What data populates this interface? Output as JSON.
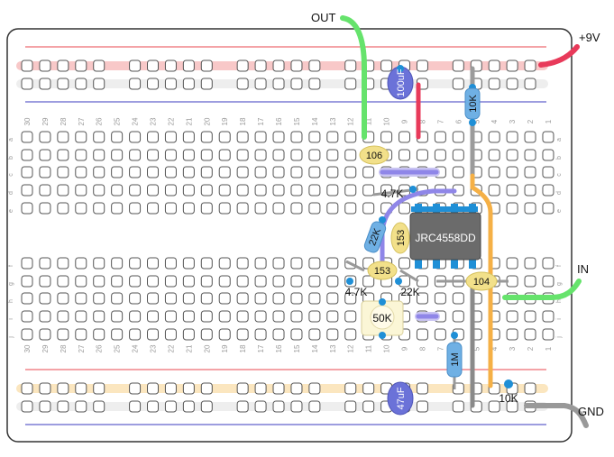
{
  "labels": {
    "out": "OUT",
    "vplus": "+9V",
    "in": "IN",
    "gnd": "GND"
  },
  "components": {
    "cap_100u": "100uF",
    "r_10k_top": "10K",
    "cap_106": "106",
    "r_4k7_top": "4.7K",
    "r_22k_left": "22K",
    "cap_153_a": "153",
    "ic": "JRC4558DD",
    "cap_153_b": "153",
    "cap_104": "104",
    "r_4k7_bottom": "4.7K",
    "r_22k_bottom": "22K",
    "pot_50k": "50K",
    "r_1m": "1M",
    "cap_47u": "47uF",
    "r_10k_bottom": "10K"
  },
  "columns": [
    "30",
    "29",
    "28",
    "27",
    "26",
    "25",
    "24",
    "23",
    "22",
    "21",
    "20",
    "19",
    "18",
    "17",
    "16",
    "15",
    "14",
    "13",
    "12",
    "11",
    "10",
    "9",
    "8",
    "7",
    "6",
    "5",
    "4",
    "3",
    "2",
    "1"
  ],
  "rows_top": [
    "a",
    "b",
    "c",
    "d",
    "e"
  ],
  "rows_bottom": [
    "f",
    "g",
    "h",
    "i",
    "j"
  ],
  "colors": {
    "rail_red": "#e8474f",
    "rail_blue": "#3b3bbf",
    "wire_green": "#66e36c",
    "wire_red": "#e83a5a",
    "wire_blue": "#8f86e8",
    "wire_orange": "#f5b046",
    "wire_gray": "#999999",
    "ic_body": "#6b6b6b",
    "pin_blue": "#1f8fd6",
    "cap_yellow": "#f2e08a",
    "electrolytic": "#6b72d8"
  }
}
